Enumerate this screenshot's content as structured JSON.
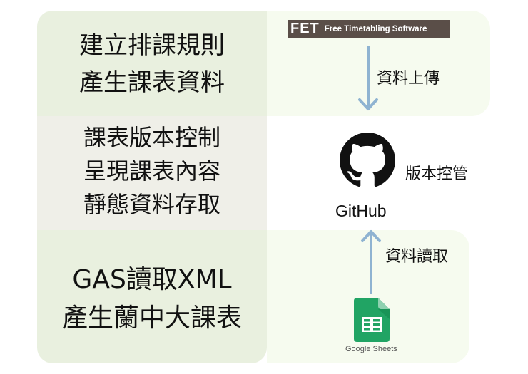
{
  "left_blocks": {
    "block1": [
      "建立排課規則",
      "產生課表資料"
    ],
    "block2": [
      "課表版本控制",
      "呈現課表內容",
      "靜態資料存取"
    ],
    "block3": [
      "GAS讀取XML",
      "產生蘭中大課表"
    ]
  },
  "right": {
    "fet_logo": {
      "big": "FET",
      "small": "Free Timetabling Software"
    },
    "upload_label": "資料上傳",
    "version_label": "版本控管",
    "github_text": "GitHub",
    "read_label": "資料讀取",
    "sheets_text": "Google Sheets"
  },
  "icons": [
    "fet-logo",
    "github-octocat-icon",
    "google-sheets-icon",
    "arrow-down-icon",
    "arrow-up-icon"
  ],
  "colors": {
    "panel_green": "#e9f0df",
    "panel_gray": "#efefe8",
    "panel_light": "#f6fbef",
    "arrow_blue": "#8fb3d1",
    "sheets_green": "#21a464"
  }
}
